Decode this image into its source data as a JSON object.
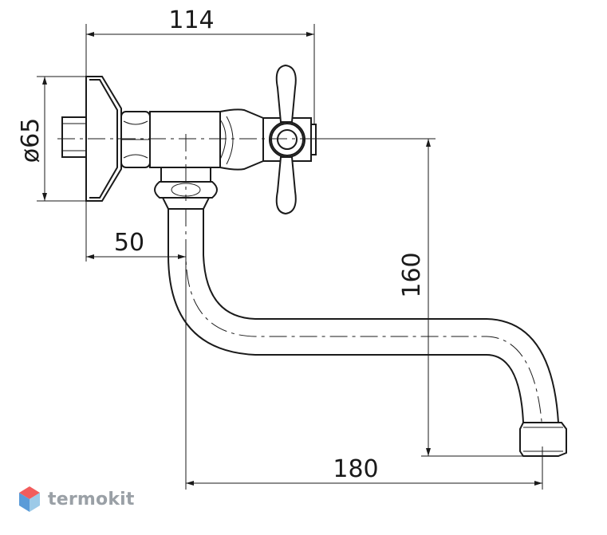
{
  "dimensions": {
    "width_top": "114",
    "flange_diameter": "ø65",
    "wall_to_spout": "50",
    "height": "160",
    "reach": "180"
  },
  "logo": {
    "text": "termokit",
    "colors": {
      "top": "#f25c5c",
      "left": "#5a9bd8",
      "right": "#9ccae8",
      "text": "#9aa0a6"
    }
  },
  "line_color": "#1a1a1a"
}
